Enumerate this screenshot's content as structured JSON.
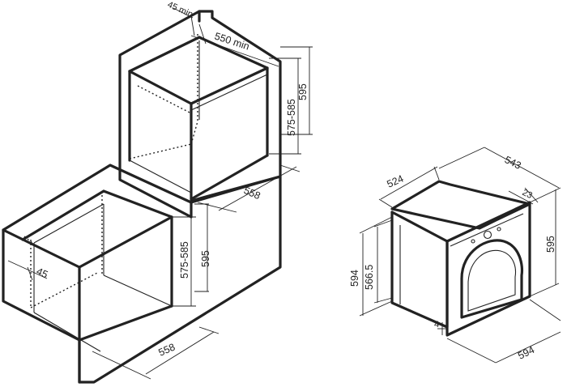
{
  "diagram": {
    "upper_cabinet": {
      "depth_min": "550 min",
      "back_gap_min": "45 min",
      "niche_height_range": "575-585",
      "oven_height": "595",
      "niche_width": "558"
    },
    "lower_cabinet": {
      "gap": "45",
      "niche_height_range": "575-585",
      "oven_height": "595",
      "niche_width": "558"
    },
    "oven": {
      "top_depth": "524",
      "total_depth": "543",
      "panel_depth": "23",
      "total_height": "595",
      "front_height": "594",
      "body_height": "566.5",
      "bottom_offset": "4",
      "width": "594"
    }
  }
}
